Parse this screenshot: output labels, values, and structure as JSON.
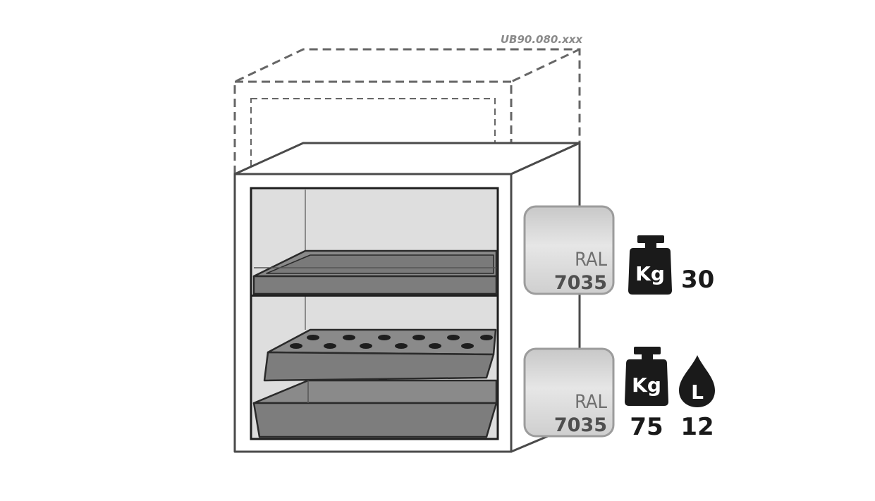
{
  "model_code": "UB90.080.xxx",
  "colors": {
    "outline": "#4a4a4a",
    "interior": "#dcdcdc",
    "tray": "#7d7d7d",
    "tray_dark": "#5f5f5f",
    "icon": "#1a1a1a",
    "swatch": "#d2d2d2"
  },
  "color_swatches": [
    {
      "label": "RAL",
      "code": "7035"
    },
    {
      "label": "RAL",
      "code": "7035"
    }
  ],
  "load_specs": {
    "upper": {
      "weight_icon": "weight-icon",
      "weight_unit": "Kg",
      "weight_value": "30"
    },
    "lower": {
      "weight_icon": "weight-icon",
      "weight_unit": "Kg",
      "weight_value": "75",
      "volume_icon": "liquid-drop-icon",
      "volume_unit": "L",
      "volume_value": "12"
    }
  }
}
